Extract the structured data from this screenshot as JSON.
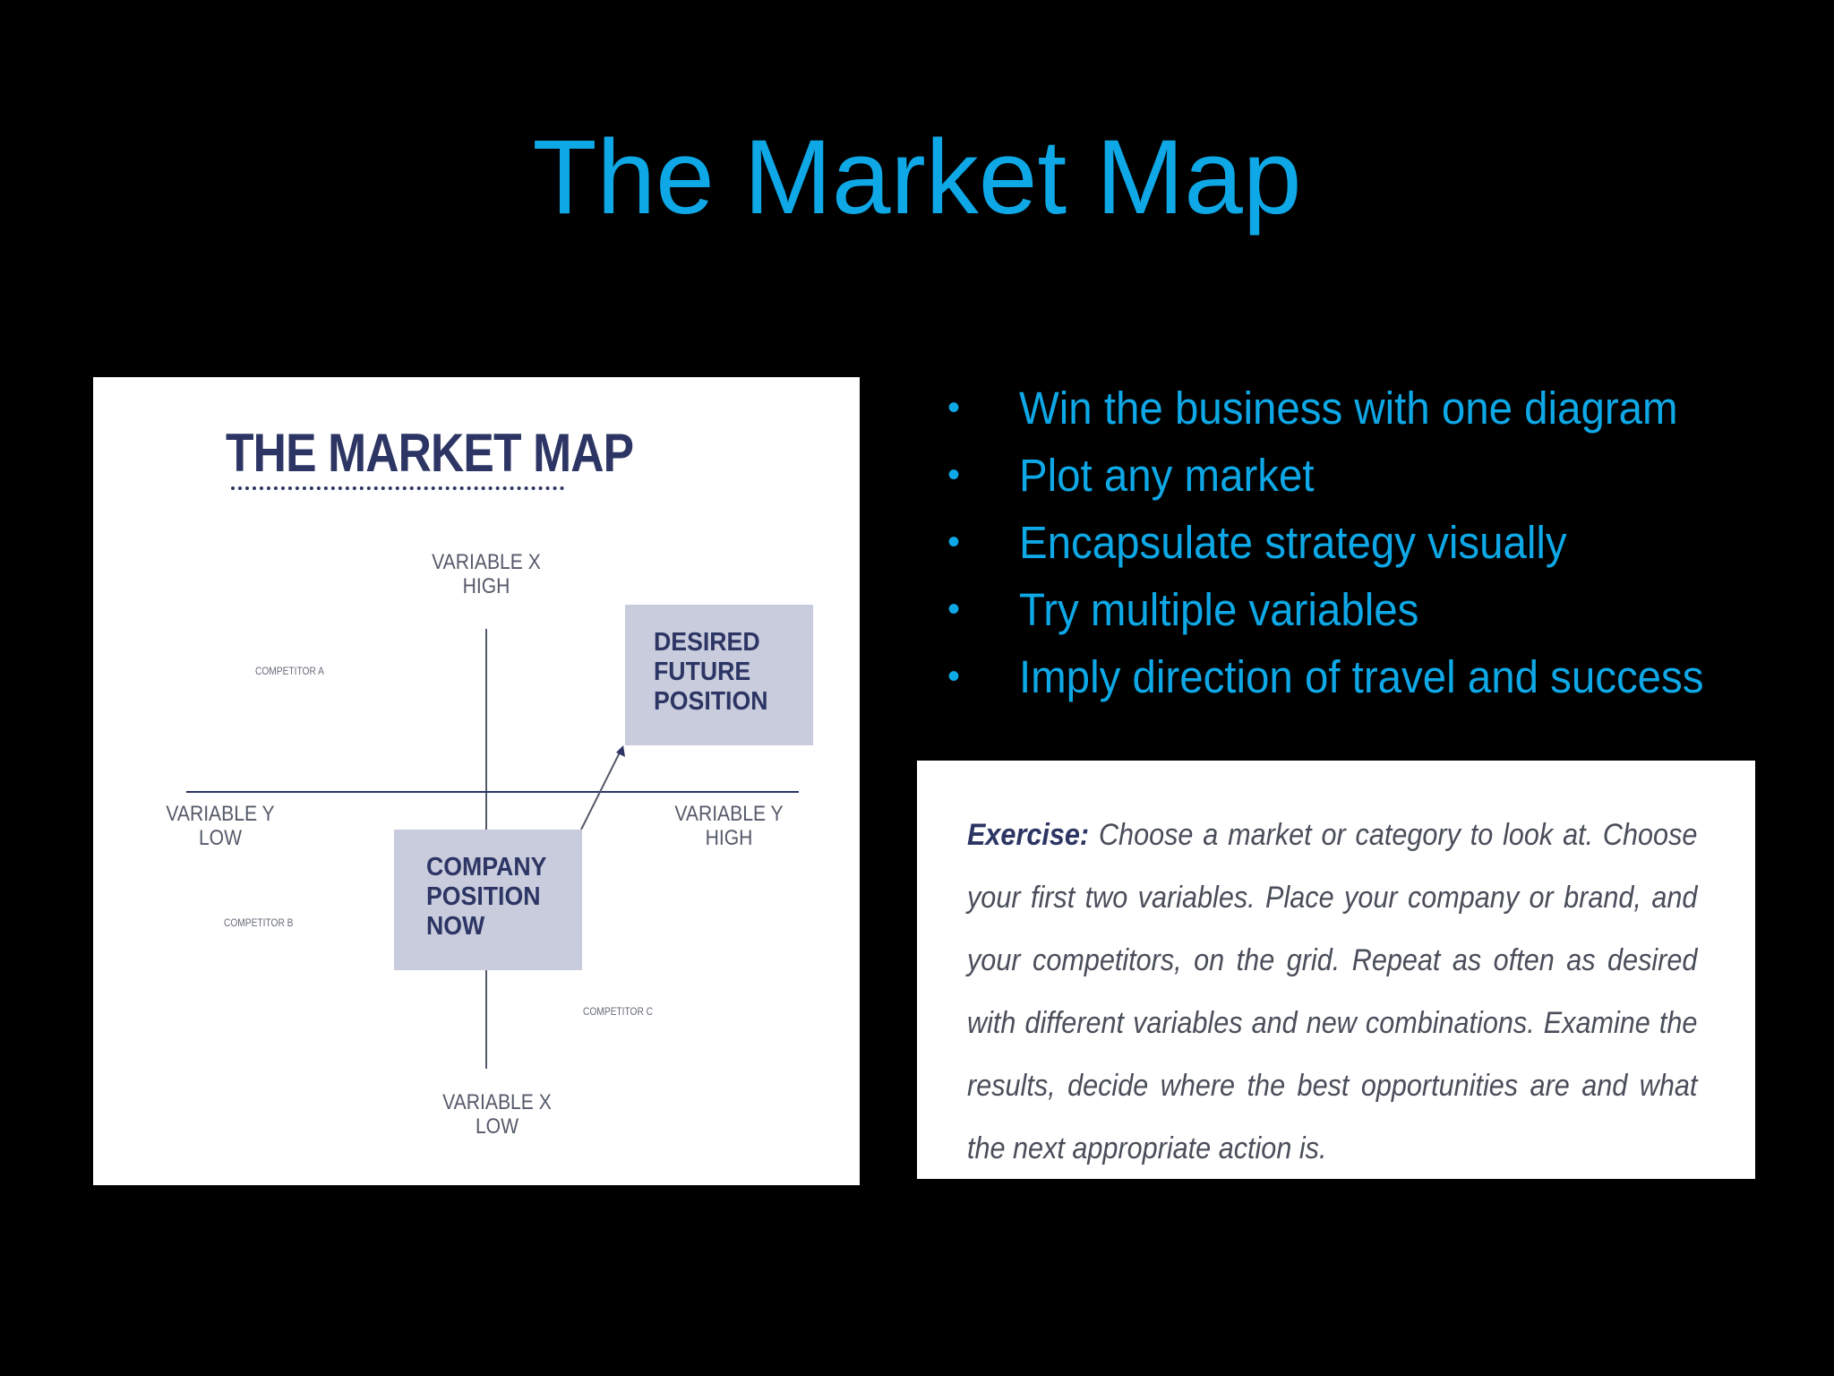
{
  "slide": {
    "title": "The Market Map"
  },
  "diagram": {
    "heading": "THE MARKET MAP",
    "axis_x_high": [
      "VARIABLE X",
      "HIGH"
    ],
    "axis_x_low": [
      "VARIABLE X",
      "LOW"
    ],
    "axis_y_low": [
      "VARIABLE Y",
      "LOW"
    ],
    "axis_y_high": [
      "VARIABLE Y",
      "HIGH"
    ],
    "competitor_a": "COMPETITOR A",
    "competitor_b": "COMPETITOR B",
    "competitor_c": "COMPETITOR C",
    "desired_box": [
      "DESIRED",
      "FUTURE",
      "POSITION"
    ],
    "company_box": [
      "COMPANY",
      "POSITION",
      "NOW"
    ]
  },
  "bullets": [
    "Win the business with one diagram",
    "Plot any market",
    "Encapsulate strategy visually",
    "Try multiple variables",
    "Imply direction of travel and success"
  ],
  "bullet_symbol": "•",
  "exercise": {
    "label": "Exercise:",
    "text": "Choose a market or category to look at. Choose your first two variables. Place your company or brand, and your competitors, on the grid. Repeat as often as desired with different variables and new combinations. Examine the results, decide where the best opportunities are and what the next appropriate action is."
  },
  "colors": {
    "background": "#000000",
    "accent": "#0EA8E6",
    "navy": "#2C3563",
    "box_fill": "#C9CCDD"
  }
}
